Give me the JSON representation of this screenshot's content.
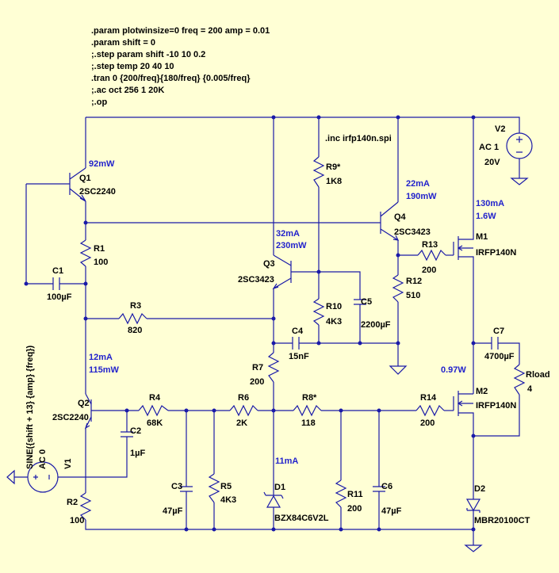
{
  "directives": [
    ".param plotwinsize=0 freq = 200 amp = 0.01",
    ".param shift = 0",
    ";.step param shift -10 10 0.2",
    ";.step temp 20 40 10",
    ".tran 0 {200/freq}{180/freq} {0.005/freq}",
    ";.ac oct 256 1 20K",
    ";.op"
  ],
  "inc": ".inc irfp140n.spi",
  "components": {
    "Q1": {
      "ref": "Q1",
      "model": "2SC2240",
      "power": "92mW"
    },
    "Q2": {
      "ref": "Q2",
      "model": "2SC2240",
      "current": "12mA",
      "power": "115mW"
    },
    "Q3": {
      "ref": "Q3",
      "model": "2SC3423",
      "current": "32mA",
      "power": "230mW"
    },
    "Q4": {
      "ref": "Q4",
      "model": "2SC3423",
      "current": "22mA",
      "power": "190mW"
    },
    "M1": {
      "ref": "M1",
      "model": "IRFP140N",
      "current": "130mA",
      "power": "1.6W"
    },
    "M2": {
      "ref": "M2",
      "model": "IRFP140N",
      "power": "0.97W"
    },
    "R1": {
      "ref": "R1",
      "value": "100"
    },
    "R2": {
      "ref": "R2",
      "value": "100"
    },
    "R3": {
      "ref": "R3",
      "value": "820"
    },
    "R4": {
      "ref": "R4",
      "value": "68K"
    },
    "R5": {
      "ref": "R5",
      "value": "4K3"
    },
    "R6": {
      "ref": "R6",
      "value": "2K"
    },
    "R7": {
      "ref": "R7",
      "value": "200"
    },
    "R8": {
      "ref": "R8*",
      "value": "118"
    },
    "R9": {
      "ref": "R9*",
      "value": "1K8"
    },
    "R10": {
      "ref": "R10",
      "value": "4K3"
    },
    "R11": {
      "ref": "R11",
      "value": "200"
    },
    "R12": {
      "ref": "R12",
      "value": "510"
    },
    "R13": {
      "ref": "R13",
      "value": "200"
    },
    "R14": {
      "ref": "R14",
      "value": "200"
    },
    "Rload": {
      "ref": "Rload",
      "value": "4"
    },
    "C1": {
      "ref": "C1",
      "value": "100µF"
    },
    "C2": {
      "ref": "C2",
      "value": "1µF"
    },
    "C3": {
      "ref": "C3",
      "value": "47µF"
    },
    "C4": {
      "ref": "C4",
      "value": "15nF"
    },
    "C5": {
      "ref": "C5",
      "value": "2200µF"
    },
    "C6": {
      "ref": "C6",
      "value": "47µF"
    },
    "C7": {
      "ref": "C7",
      "value": "4700µF"
    },
    "D1": {
      "ref": "D1",
      "model": "BZX84C6V2L",
      "current": "11mA"
    },
    "D2": {
      "ref": "D2",
      "model": "MBR20100CT"
    },
    "V1": {
      "ref": "V1",
      "value": "SINE({shift + 13} {amp} {freq})",
      "ac": "AC 0"
    },
    "V2": {
      "ref": "V2",
      "ac": "AC 1",
      "value": "20V"
    }
  },
  "colors": {
    "background": "#ffffd5",
    "wire": "#1a1aa8",
    "annotation": "#2222cc",
    "text": "#000000"
  }
}
